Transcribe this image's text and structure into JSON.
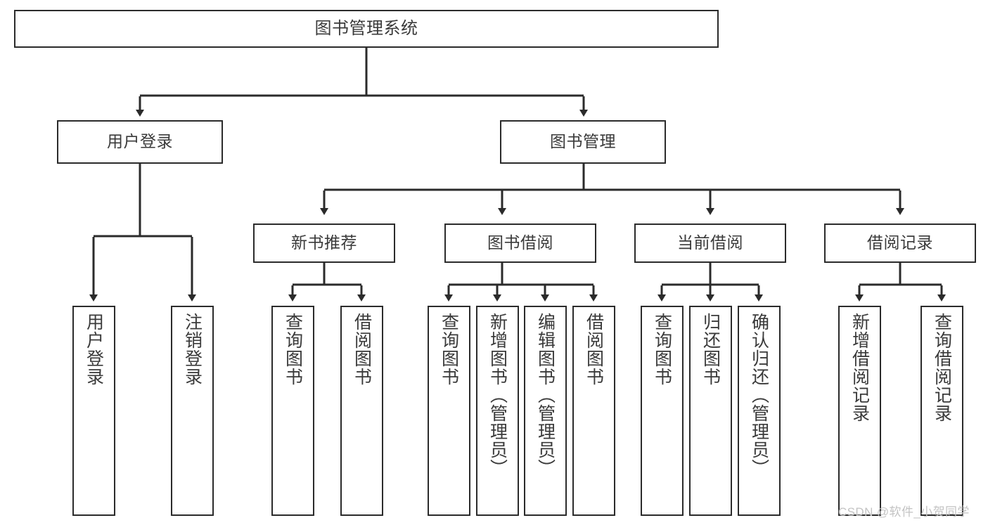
{
  "diagram": {
    "title": "图书管理系统",
    "stroke_color": "#2b2b2b",
    "text_color": "#3a3a3a",
    "background": "#ffffff",
    "root": {
      "label": "图书管理系统"
    },
    "level1": [
      {
        "label": "用户登录"
      },
      {
        "label": "图书管理"
      }
    ],
    "level2": [
      {
        "label": "新书推荐"
      },
      {
        "label": "图书借阅"
      },
      {
        "label": "当前借阅"
      },
      {
        "label": "借阅记录"
      }
    ],
    "leaves": {
      "user_login": [
        {
          "label": "用户登录"
        },
        {
          "label": "注销登录"
        }
      ],
      "new_book": [
        {
          "label": "查询图书"
        },
        {
          "label": "借阅图书"
        }
      ],
      "book_borrow": [
        {
          "label": "查询图书"
        },
        {
          "label": "新增图书（管理员）"
        },
        {
          "label": "编辑图书（管理员）"
        },
        {
          "label": "借阅图书"
        }
      ],
      "current_borrow": [
        {
          "label": "查询图书"
        },
        {
          "label": "归还图书"
        },
        {
          "label": "确认归还（管理员）"
        }
      ],
      "borrow_record": [
        {
          "label": "新增借阅记录"
        },
        {
          "label": "查询借阅记录"
        }
      ]
    }
  },
  "watermark": {
    "text": "CSDN @软件_小贺同学",
    "color": "#c3c3c3"
  }
}
